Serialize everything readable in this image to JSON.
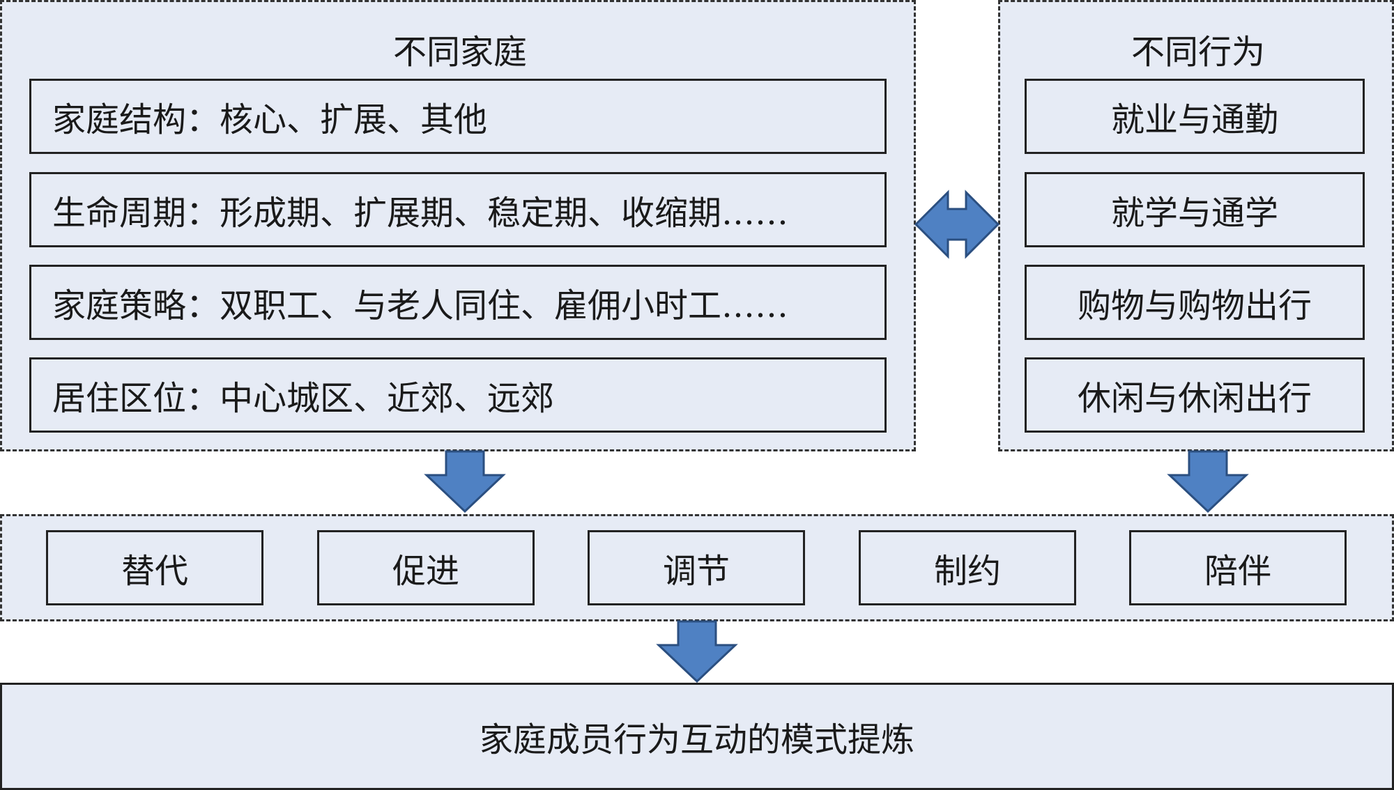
{
  "family_group": {
    "title": "不同家庭",
    "items": [
      "家庭结构：核心、扩展、其他",
      "生命周期：形成期、扩展期、稳定期、收缩期……",
      "家庭策略：双职工、与老人同住、雇佣小时工……",
      "居住区位：中心城区、近郊、远郊"
    ]
  },
  "behavior_group": {
    "title": "不同行为",
    "items": [
      "就业与通勤",
      "就学与通学",
      "购物与购物出行",
      "休闲与休闲出行"
    ]
  },
  "interaction_types": [
    "替代",
    "促进",
    "调节",
    "制约",
    "陪伴"
  ],
  "result": "家庭成员行为互动的模式提炼",
  "colors": {
    "fill": "#e6ebf5",
    "arrow": "#4f81c3",
    "arrow_stroke": "#2b4f80",
    "border": "#333333"
  }
}
